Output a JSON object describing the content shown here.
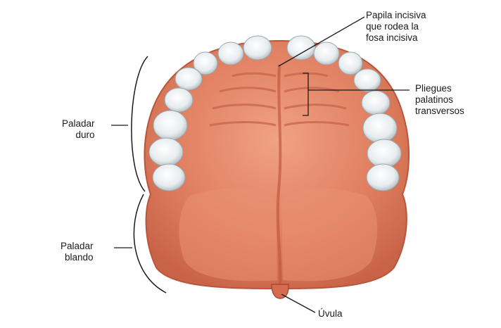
{
  "labels": {
    "papila": "Papila incisiva\nque rodea la\nfosa incisiva",
    "pliegues": "Pliegues\npalatinos\ntransversos",
    "paladar_duro": "Paladar\nduro",
    "paladar_blando": "Paladar\nblando",
    "uvula": "Úvula"
  },
  "colors": {
    "mucosa": "#e07f60",
    "mucosa_dark": "#c35f43",
    "tooth": "#eef1f2",
    "tooth_shadow": "#b9c3c8",
    "line": "#1a1a1a"
  }
}
